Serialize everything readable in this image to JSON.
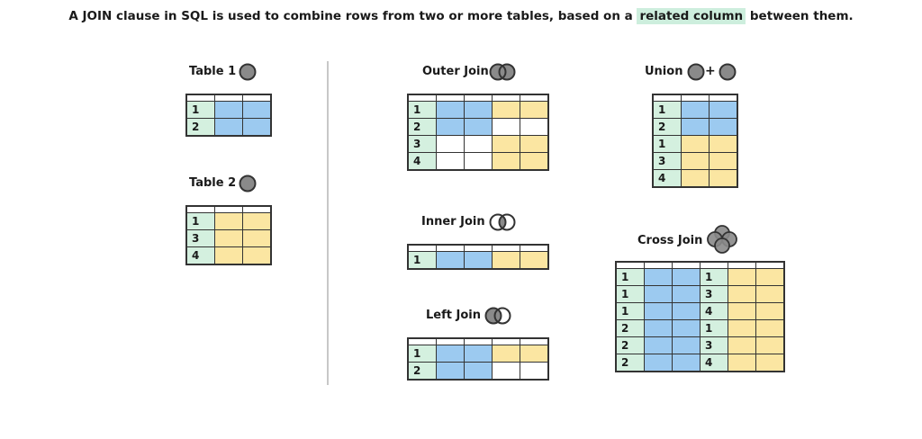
{
  "headline": {
    "before": "A JOIN clause in SQL is used to combine rows from two or more tables, based on a ",
    "highlight": "related column",
    "after": " between them."
  },
  "colors": {
    "key_column": "#d4f0df",
    "table1": "#9ccaf0",
    "table2": "#fbe6a2",
    "empty": "#ffffff",
    "highlight": "#cdeedd",
    "icon_fill": "#8a8a8a"
  },
  "table1": {
    "label": "Table 1",
    "icon": "circle-icon",
    "rows": [
      [
        {
          "t": "1",
          "c": "g"
        },
        {
          "t": "",
          "c": "b"
        },
        {
          "t": "",
          "c": "b"
        }
      ],
      [
        {
          "t": "2",
          "c": "g"
        },
        {
          "t": "",
          "c": "b"
        },
        {
          "t": "",
          "c": "b"
        }
      ]
    ]
  },
  "table2": {
    "label": "Table 2",
    "icon": "circle-icon",
    "rows": [
      [
        {
          "t": "1",
          "c": "g"
        },
        {
          "t": "",
          "c": "y"
        },
        {
          "t": "",
          "c": "y"
        }
      ],
      [
        {
          "t": "3",
          "c": "g"
        },
        {
          "t": "",
          "c": "y"
        },
        {
          "t": "",
          "c": "y"
        }
      ],
      [
        {
          "t": "4",
          "c": "g"
        },
        {
          "t": "",
          "c": "y"
        },
        {
          "t": "",
          "c": "y"
        }
      ]
    ]
  },
  "outer_join": {
    "label": "Outer Join",
    "icon": "venn-union-icon",
    "rows": [
      [
        {
          "t": "1",
          "c": "g"
        },
        {
          "t": "",
          "c": "b"
        },
        {
          "t": "",
          "c": "b"
        },
        {
          "t": "",
          "c": "y"
        },
        {
          "t": "",
          "c": "y"
        }
      ],
      [
        {
          "t": "2",
          "c": "g"
        },
        {
          "t": "",
          "c": "b"
        },
        {
          "t": "",
          "c": "b"
        },
        {
          "t": "",
          "c": "w"
        },
        {
          "t": "",
          "c": "w"
        }
      ],
      [
        {
          "t": "3",
          "c": "g"
        },
        {
          "t": "",
          "c": "w"
        },
        {
          "t": "",
          "c": "w"
        },
        {
          "t": "",
          "c": "y"
        },
        {
          "t": "",
          "c": "y"
        }
      ],
      [
        {
          "t": "4",
          "c": "g"
        },
        {
          "t": "",
          "c": "w"
        },
        {
          "t": "",
          "c": "w"
        },
        {
          "t": "",
          "c": "y"
        },
        {
          "t": "",
          "c": "y"
        }
      ]
    ]
  },
  "inner_join": {
    "label": "Inner Join",
    "icon": "venn-intersection-icon",
    "rows": [
      [
        {
          "t": "1",
          "c": "g"
        },
        {
          "t": "",
          "c": "b"
        },
        {
          "t": "",
          "c": "b"
        },
        {
          "t": "",
          "c": "y"
        },
        {
          "t": "",
          "c": "y"
        }
      ]
    ]
  },
  "left_join": {
    "label": "Left Join",
    "icon": "venn-left-icon",
    "rows": [
      [
        {
          "t": "1",
          "c": "g"
        },
        {
          "t": "",
          "c": "b"
        },
        {
          "t": "",
          "c": "b"
        },
        {
          "t": "",
          "c": "y"
        },
        {
          "t": "",
          "c": "y"
        }
      ],
      [
        {
          "t": "2",
          "c": "g"
        },
        {
          "t": "",
          "c": "b"
        },
        {
          "t": "",
          "c": "b"
        },
        {
          "t": "",
          "c": "w"
        },
        {
          "t": "",
          "c": "w"
        }
      ]
    ]
  },
  "union": {
    "label": "Union",
    "plus": "+",
    "icon": "circle-plus-circle-icon",
    "rows": [
      [
        {
          "t": "1",
          "c": "g"
        },
        {
          "t": "",
          "c": "b"
        },
        {
          "t": "",
          "c": "b"
        }
      ],
      [
        {
          "t": "2",
          "c": "g"
        },
        {
          "t": "",
          "c": "b"
        },
        {
          "t": "",
          "c": "b"
        }
      ],
      [
        {
          "t": "1",
          "c": "g"
        },
        {
          "t": "",
          "c": "y"
        },
        {
          "t": "",
          "c": "y"
        }
      ],
      [
        {
          "t": "3",
          "c": "g"
        },
        {
          "t": "",
          "c": "y"
        },
        {
          "t": "",
          "c": "y"
        }
      ],
      [
        {
          "t": "4",
          "c": "g"
        },
        {
          "t": "",
          "c": "y"
        },
        {
          "t": "",
          "c": "y"
        }
      ]
    ]
  },
  "cross_join": {
    "label": "Cross Join",
    "icon": "four-circles-icon",
    "rows": [
      [
        {
          "t": "1",
          "c": "g"
        },
        {
          "t": "",
          "c": "b"
        },
        {
          "t": "",
          "c": "b"
        },
        {
          "t": "1",
          "c": "g"
        },
        {
          "t": "",
          "c": "y"
        },
        {
          "t": "",
          "c": "y"
        }
      ],
      [
        {
          "t": "1",
          "c": "g"
        },
        {
          "t": "",
          "c": "b"
        },
        {
          "t": "",
          "c": "b"
        },
        {
          "t": "3",
          "c": "g"
        },
        {
          "t": "",
          "c": "y"
        },
        {
          "t": "",
          "c": "y"
        }
      ],
      [
        {
          "t": "1",
          "c": "g"
        },
        {
          "t": "",
          "c": "b"
        },
        {
          "t": "",
          "c": "b"
        },
        {
          "t": "4",
          "c": "g"
        },
        {
          "t": "",
          "c": "y"
        },
        {
          "t": "",
          "c": "y"
        }
      ],
      [
        {
          "t": "2",
          "c": "g"
        },
        {
          "t": "",
          "c": "b"
        },
        {
          "t": "",
          "c": "b"
        },
        {
          "t": "1",
          "c": "g"
        },
        {
          "t": "",
          "c": "y"
        },
        {
          "t": "",
          "c": "y"
        }
      ],
      [
        {
          "t": "2",
          "c": "g"
        },
        {
          "t": "",
          "c": "b"
        },
        {
          "t": "",
          "c": "b"
        },
        {
          "t": "3",
          "c": "g"
        },
        {
          "t": "",
          "c": "y"
        },
        {
          "t": "",
          "c": "y"
        }
      ],
      [
        {
          "t": "2",
          "c": "g"
        },
        {
          "t": "",
          "c": "b"
        },
        {
          "t": "",
          "c": "b"
        },
        {
          "t": "4",
          "c": "g"
        },
        {
          "t": "",
          "c": "y"
        },
        {
          "t": "",
          "c": "y"
        }
      ]
    ]
  }
}
